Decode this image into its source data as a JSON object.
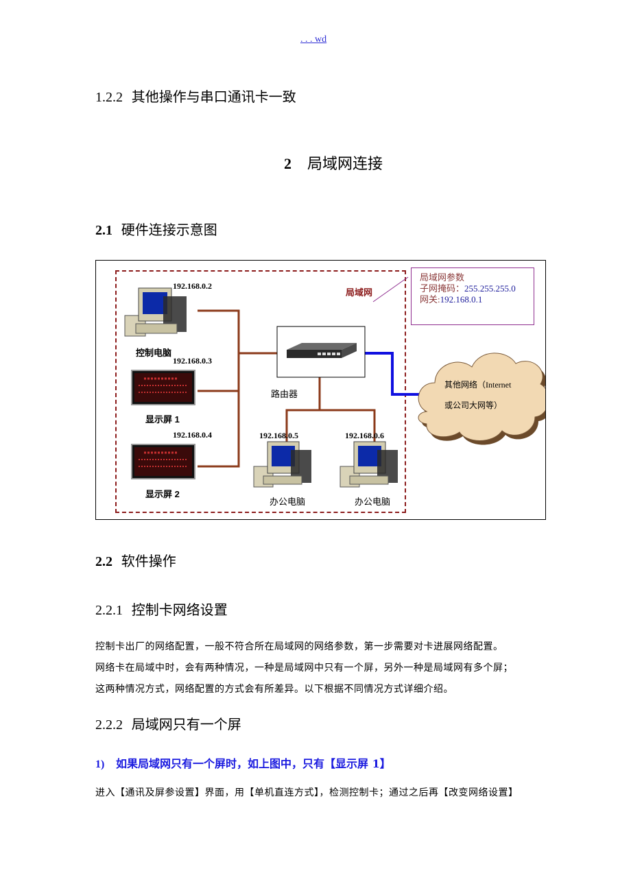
{
  "header": {
    "link_text": ". . . wd"
  },
  "section_1_2_2": {
    "number": "1.2.2",
    "title": "其他操作与串口通讯卡一致"
  },
  "section_2": {
    "number": "2",
    "title": "局域网连接"
  },
  "section_2_1": {
    "number": "2.1",
    "title": "硬件连接示意图"
  },
  "diagram": {
    "lan_label": "局域网",
    "params": {
      "title": "局域网参数",
      "subnet_label": "子网掩码：",
      "subnet_value": "255.255.255.0",
      "gateway_label": "网关:",
      "gateway_value": "192.168.0.1"
    },
    "control_pc": {
      "ip": "192.168.0.2",
      "label": "控制电脑"
    },
    "screen1": {
      "ip": "192.168.0.3",
      "label": "显示屏 1"
    },
    "screen2": {
      "ip": "192.168.0.4",
      "label": "显示屏 2"
    },
    "router": {
      "label": "路由器"
    },
    "office_pc1": {
      "ip": "192.168.0.5",
      "label": "办公电脑"
    },
    "office_pc2": {
      "ip": "192.168.0.6",
      "label": "办公电脑"
    },
    "cloud": {
      "line1": "其他网络（Internet",
      "line2": "或公司大网等）"
    },
    "colors": {
      "lan_wire": "#8b3a1a",
      "internet_wire": "#1010e0",
      "dash_border": "#8b1a1a",
      "cloud_fill": "#f2d9b3"
    }
  },
  "section_2_2": {
    "number": "2.2",
    "title": "软件操作"
  },
  "section_2_2_1": {
    "number": "2.2.1",
    "title": "控制卡网络设置"
  },
  "paragraph_1": {
    "line1": "控制卡出厂的网络配置，一般不符合所在局域网的网络参数，第一步需要对卡进展网络配置。",
    "line2": "网络卡在局域中时，会有两种情况，一种是局域网中只有一个屏，另外一种是局域网有多个屏；",
    "line3": "这两种情况方式，网络配置的方式会有所差异。以下根据不同情况方式详细介绍。"
  },
  "section_2_2_2": {
    "number": "2.2.2",
    "title": "局域网只有一个屏"
  },
  "item_1": {
    "number": "1)",
    "text": "如果局域网只有一个屏时，如上图中，只有【显示屏 1】"
  },
  "paragraph_2": {
    "line1": "进入【通讯及屏参设置】界面，用【单机直连方式】，检测控制卡；通过之后再【改变网络设置】"
  }
}
